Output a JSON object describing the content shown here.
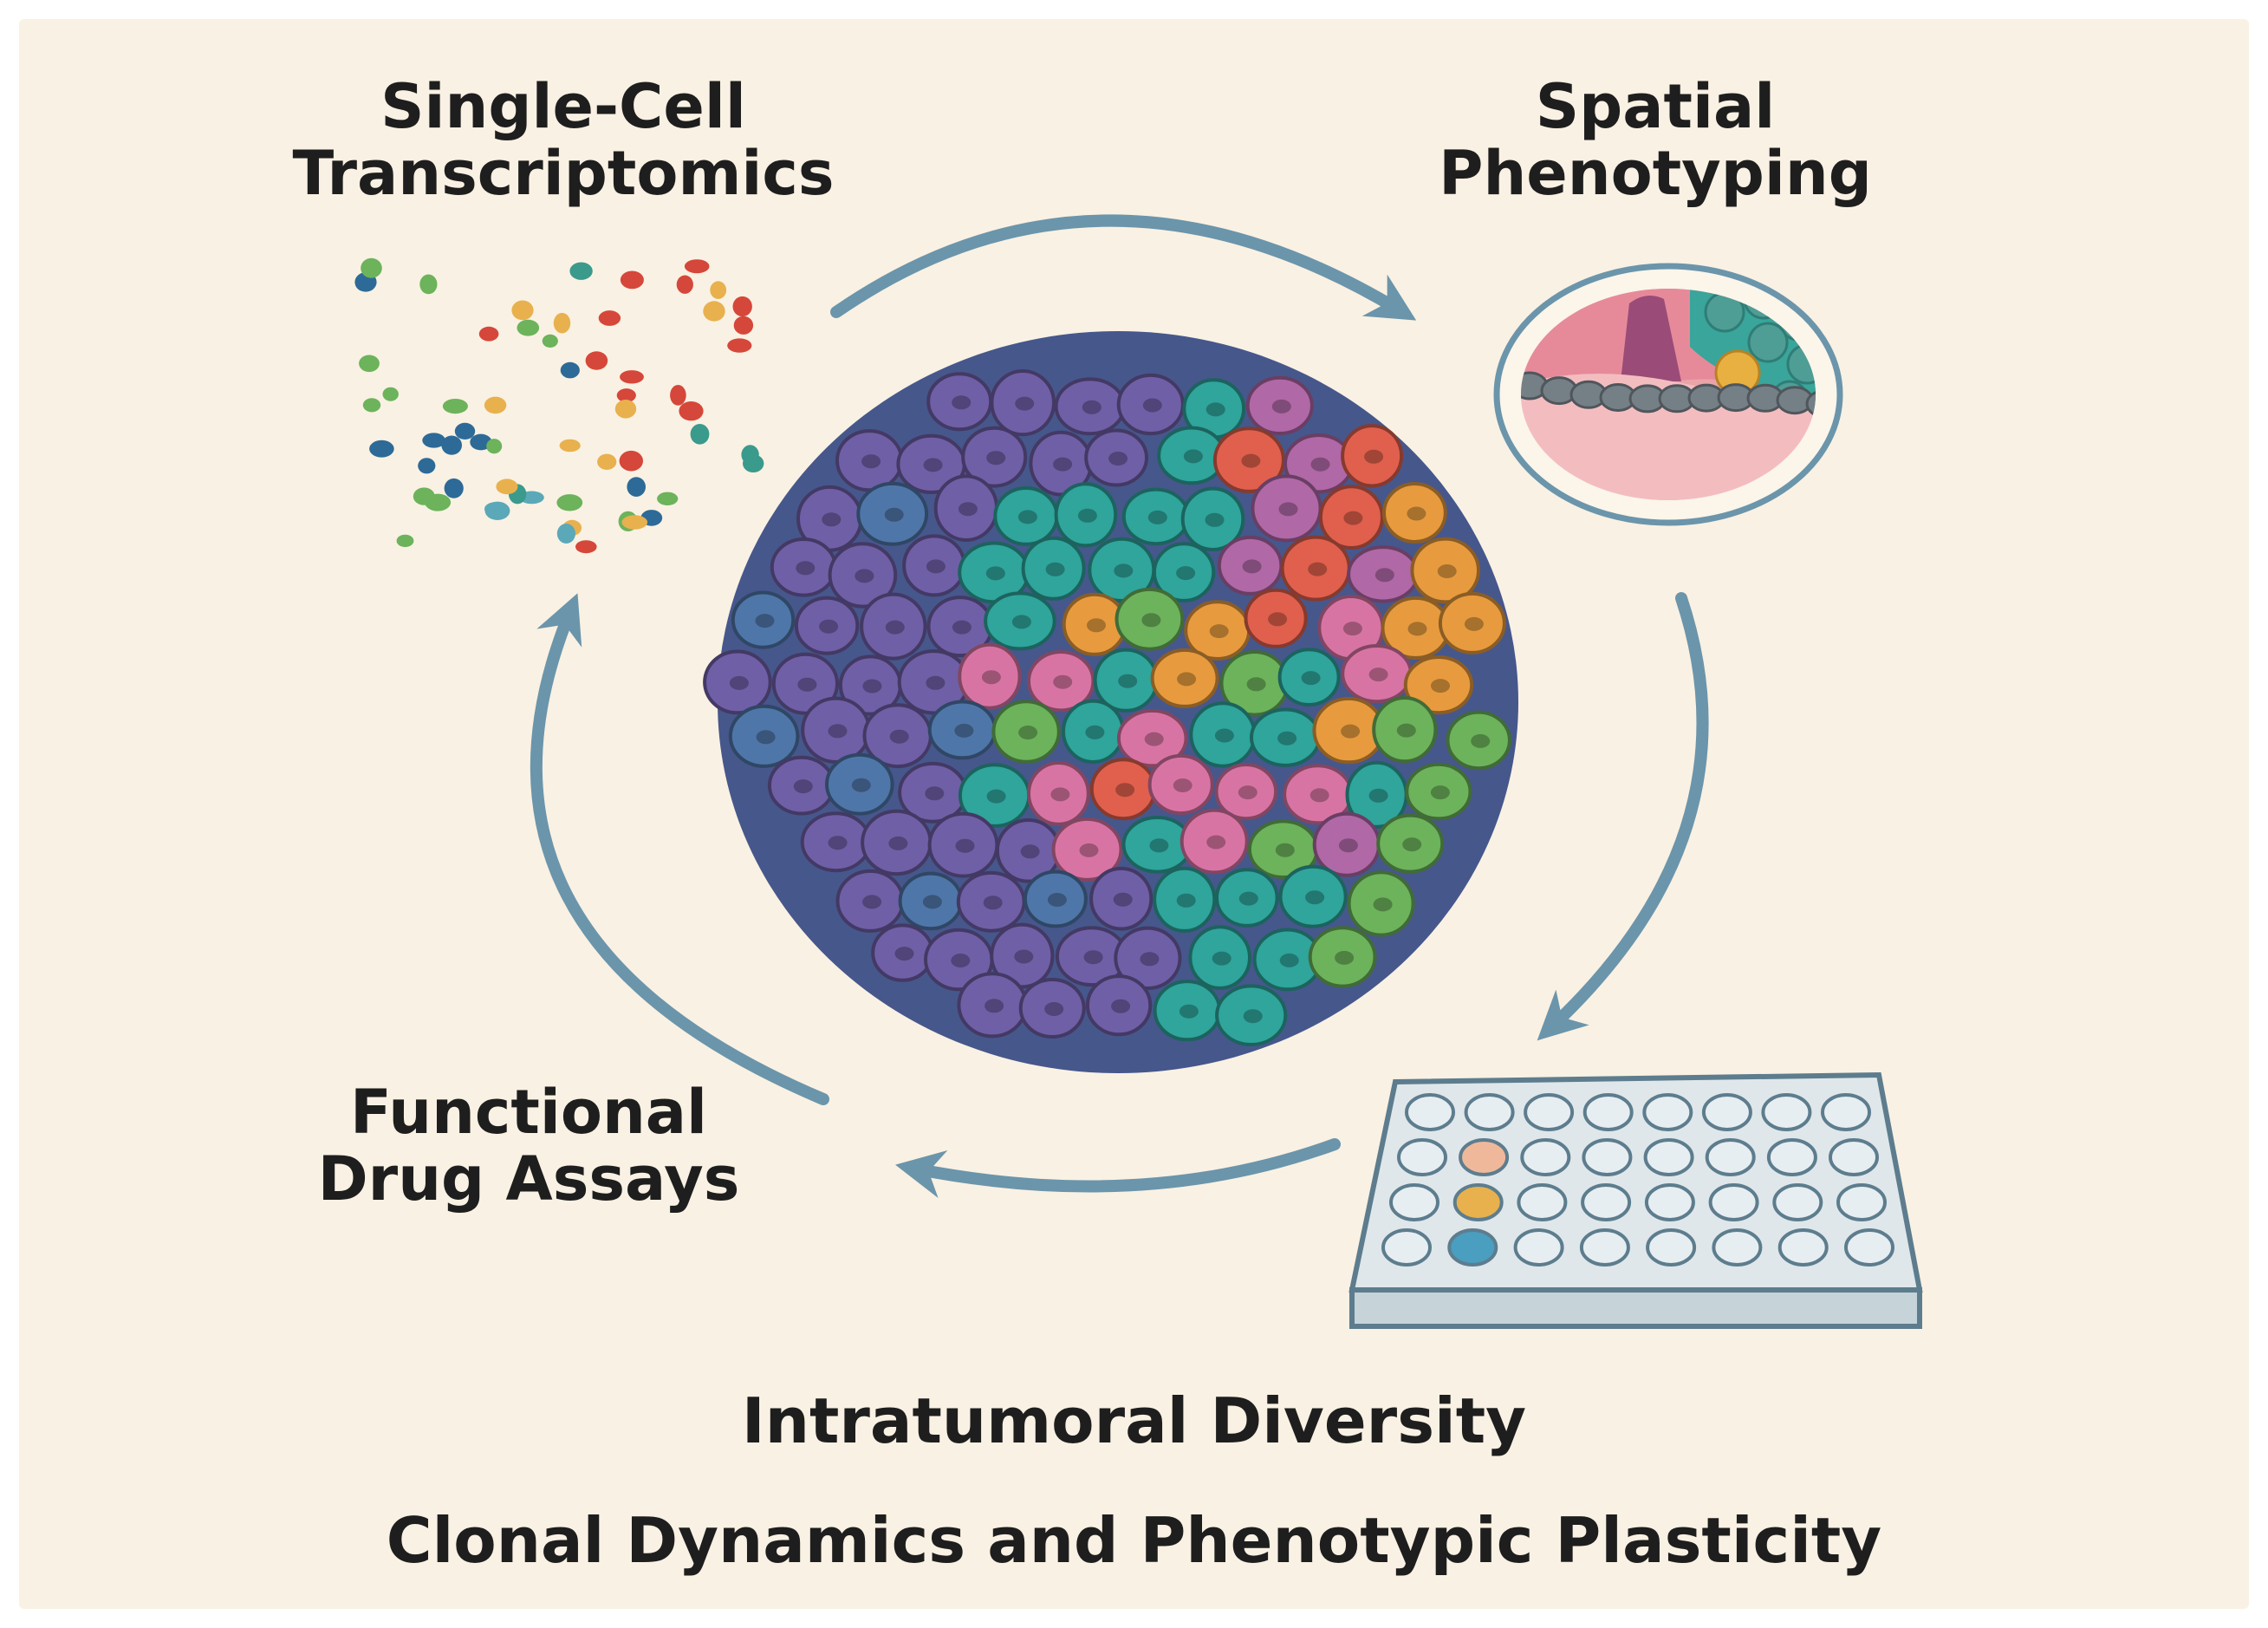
{
  "labels": {
    "single_cell": [
      "Single-Cell",
      "Transcriptomics"
    ],
    "spatial": [
      "Spatial",
      "Phenotyping"
    ],
    "functional": [
      "Functional",
      "Drug Assays"
    ],
    "diversity": "Intratumoral Diversity",
    "dynamics": "Clonal Dynamics and Phenotypic Plasticity"
  },
  "icons": {
    "center": "tumor-cell-cluster-icon",
    "top_left": "scattered-cells-icon",
    "top_right": "tissue-section-icon",
    "bottom_right": "well-plate-icon",
    "arrows": "cycle-arrow-icon"
  },
  "colors": {
    "background": "#f9f1e3",
    "arrow": "#6b95ab",
    "text": "#1e1e1e",
    "clone_purple": "#6f5fa6",
    "clone_blue": "#4f76a8",
    "clone_teal": "#2fa59c",
    "clone_green": "#6cb35b",
    "clone_orange": "#e79b3e",
    "clone_red": "#e0604d",
    "clone_pink": "#d874a3",
    "clone_mauve": "#b068a6"
  },
  "well_plate": {
    "highlighted_wells": [
      {
        "row": 1,
        "col": 1,
        "color": "#f0b89a"
      },
      {
        "row": 2,
        "col": 1,
        "color": "#e8b14e"
      },
      {
        "row": 3,
        "col": 1,
        "color": "#4a9ec0"
      }
    ]
  }
}
